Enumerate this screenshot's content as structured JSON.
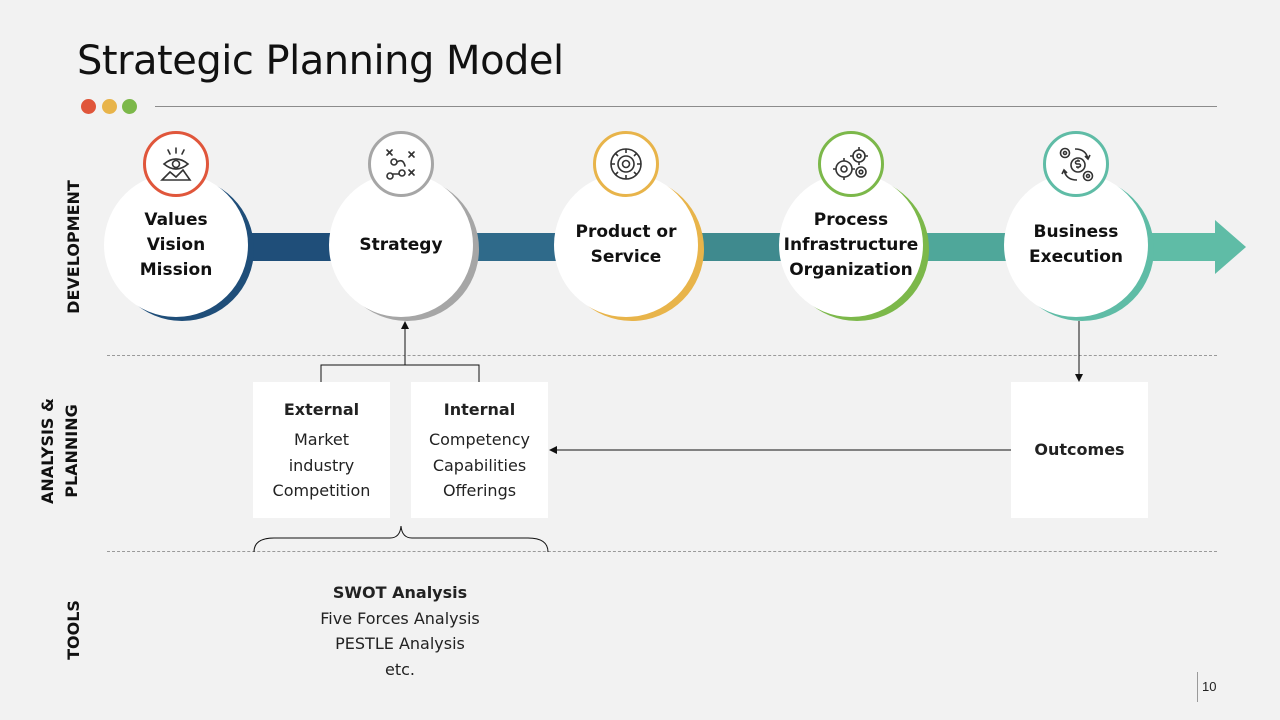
{
  "title": "Strategic Planning Model",
  "dots": [
    "#e0563b",
    "#e8b44a",
    "#7cb84a"
  ],
  "row_labels": {
    "development": "DEVELOPMENT",
    "analysis_line1": "ANALYSIS &",
    "analysis_line2": "PLANNING",
    "tools": "TOOLS"
  },
  "stages": [
    {
      "lines": [
        "Values",
        "Vision",
        "Mission"
      ],
      "color": "#1f4e79",
      "icon": "vision-icon",
      "badge_color": "#e0563b"
    },
    {
      "lines": [
        "Strategy"
      ],
      "color": "#a6a6a6",
      "icon": "strategy-play-icon",
      "badge_color": "#a6a6a6"
    },
    {
      "lines": [
        "Product or",
        "Service"
      ],
      "color": "#e8b44a",
      "icon": "gear-icon",
      "badge_color": "#e8b44a"
    },
    {
      "lines": [
        "Process",
        "Infrastructure",
        "Organization"
      ],
      "color": "#7cb84a",
      "icon": "gears-process-icon",
      "badge_color": "#7cb84a"
    },
    {
      "lines": [
        "Business",
        "Execution"
      ],
      "color": "#5fbca6",
      "icon": "money-cycle-icon",
      "badge_color": "#5fbca6"
    }
  ],
  "band_colors": [
    "#1f4e79",
    "#2f6a8a",
    "#3f8a8e",
    "#4fa79a",
    "#5fbca6"
  ],
  "external": {
    "heading": "External",
    "items": [
      "Market",
      "industry",
      "Competition"
    ]
  },
  "internal": {
    "heading": "Internal",
    "items": [
      "Competency",
      "Capabilities",
      "Offerings"
    ]
  },
  "outcomes": {
    "heading": "Outcomes"
  },
  "tools": {
    "heading": "SWOT Analysis",
    "items": [
      "Five Forces Analysis",
      "PESTLE Analysis",
      "etc."
    ]
  },
  "page_number": "10"
}
